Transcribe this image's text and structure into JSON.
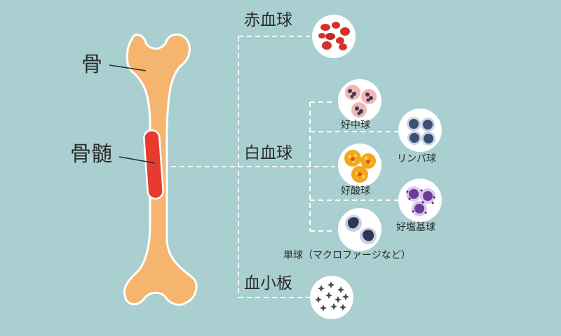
{
  "labels": {
    "bone": "骨",
    "marrow": "骨髄",
    "rbc": "赤血球",
    "wbc": "白血球",
    "platelet": "血小板",
    "neutrophil": "好中球",
    "lymphocyte": "リンパ球",
    "eosinophil": "好酸球",
    "basophil": "好塩基球",
    "monocyte": "単球（マクロファージなど）"
  },
  "colors": {
    "background": "#a9cfd0",
    "bone": "#f5b56e",
    "marrow": "#e63b2e",
    "lines": "#ffffff",
    "rbc": "#d8302a",
    "neutrophil": "#f3b6b4",
    "lymphocyte": "#3d4f73",
    "eosinophil": "#f0a81c",
    "basophil": "#6b3d9a",
    "monocyte": "#2e3656",
    "platelet": "#4a4a55"
  }
}
